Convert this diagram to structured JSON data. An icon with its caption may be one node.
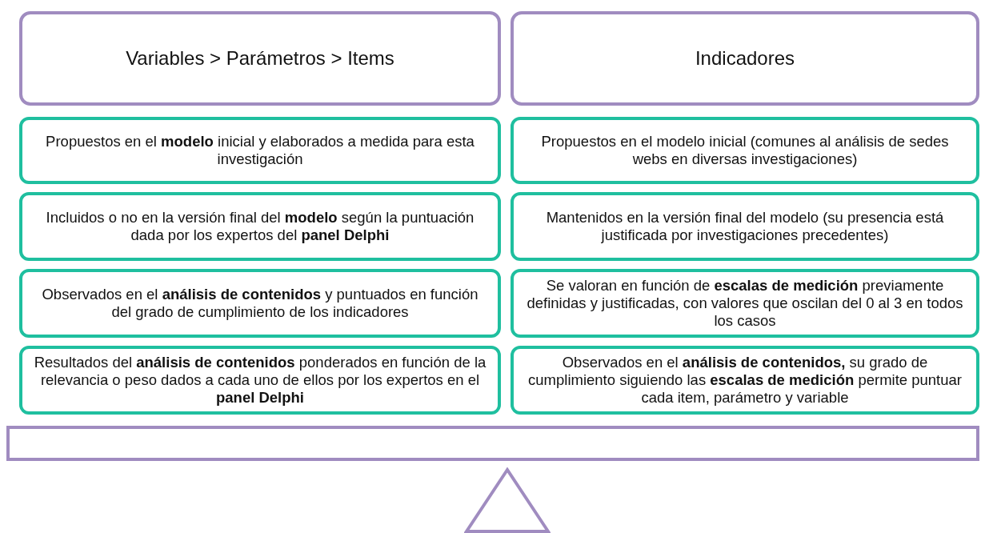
{
  "diagram": {
    "nodes": [
      {
        "text": [
          "Variables > Parámetros > Items"
        ]
      },
      {
        "text": [
          "Indicadores"
        ]
      },
      {
        "text": [
          "Propuestos en el **modelo** inicial y elaborados a medida para esta investigación"
        ]
      },
      {
        "text": [
          "Propuestos en el modelo inicial (comunes al análisis de sedes webs en diversas investigaciones)"
        ]
      },
      {
        "text": [
          "Incluidos o no en la versión final del **modelo** según la puntuación dada por los expertos del **panel Delphi**"
        ]
      },
      {
        "text": [
          "Mantenidos en la versión final del modelo (su presencia está justificada por investigaciones precedentes)"
        ]
      },
      {
        "text": [
          "Observados en el **análisis de contenidos** y puntuados en función del grado de cumplimiento de los indicadores"
        ]
      },
      {
        "text": [
          "Se valoran en función de **escalas de medición** previamente definidas y justificadas, con valores que oscilan del 0 al 3 en todos los casos"
        ]
      },
      {
        "text": [
          "Resultados del **análisis de contenidos** ponderados en función de la relevancia o peso dados a cada uno de ellos por los expertos en el **panel Delphi**"
        ]
      },
      {
        "text": [
          "Observados en el **análisis de contenidos,** su grado de cumplimiento siguiendo las **escalas de medición** permite puntuar cada item, parámetro y variable"
        ]
      },
      {
        "text": [],
        "shape": "bar"
      },
      {
        "text": [],
        "shape": "triangle"
      }
    ],
    "edges": []
  }
}
